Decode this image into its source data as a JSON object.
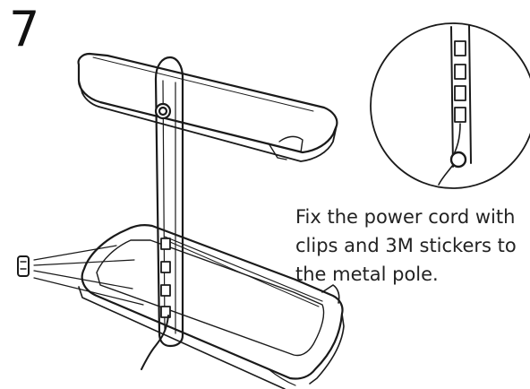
{
  "step": {
    "number": "7"
  },
  "instruction": {
    "lines": [
      "Fix the power cord with",
      "clips and 3M stickers to",
      "the metal pole."
    ]
  },
  "colors": {
    "line": "#1a1a1a",
    "background": "#ffffff"
  }
}
